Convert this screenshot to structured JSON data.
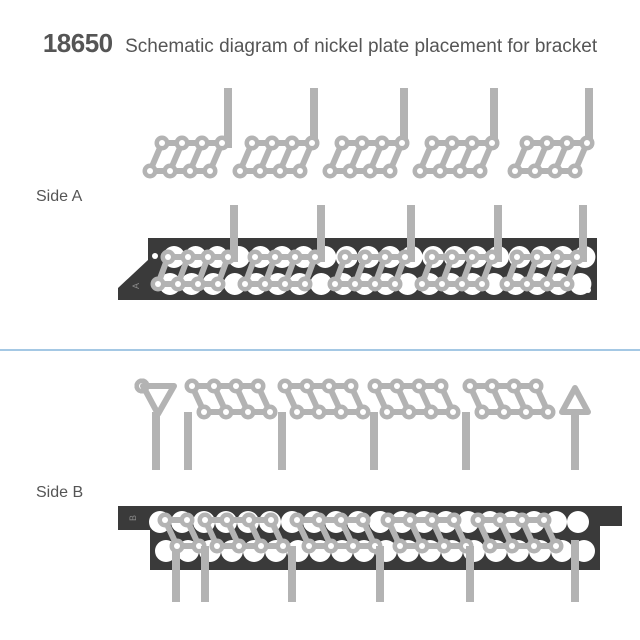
{
  "title": {
    "number": "18650",
    "text": "Schematic diagram of nickel plate placement for bracket"
  },
  "sides": [
    {
      "label": "Side A",
      "bracket_mark": "A"
    },
    {
      "label": "Side B",
      "bracket_mark": "B"
    }
  ],
  "colors": {
    "plate": "#b3b3b3",
    "bracket": "#3a3a3a",
    "cell": "#ffffff",
    "divider": "#4a90c8",
    "text": "#555555"
  }
}
